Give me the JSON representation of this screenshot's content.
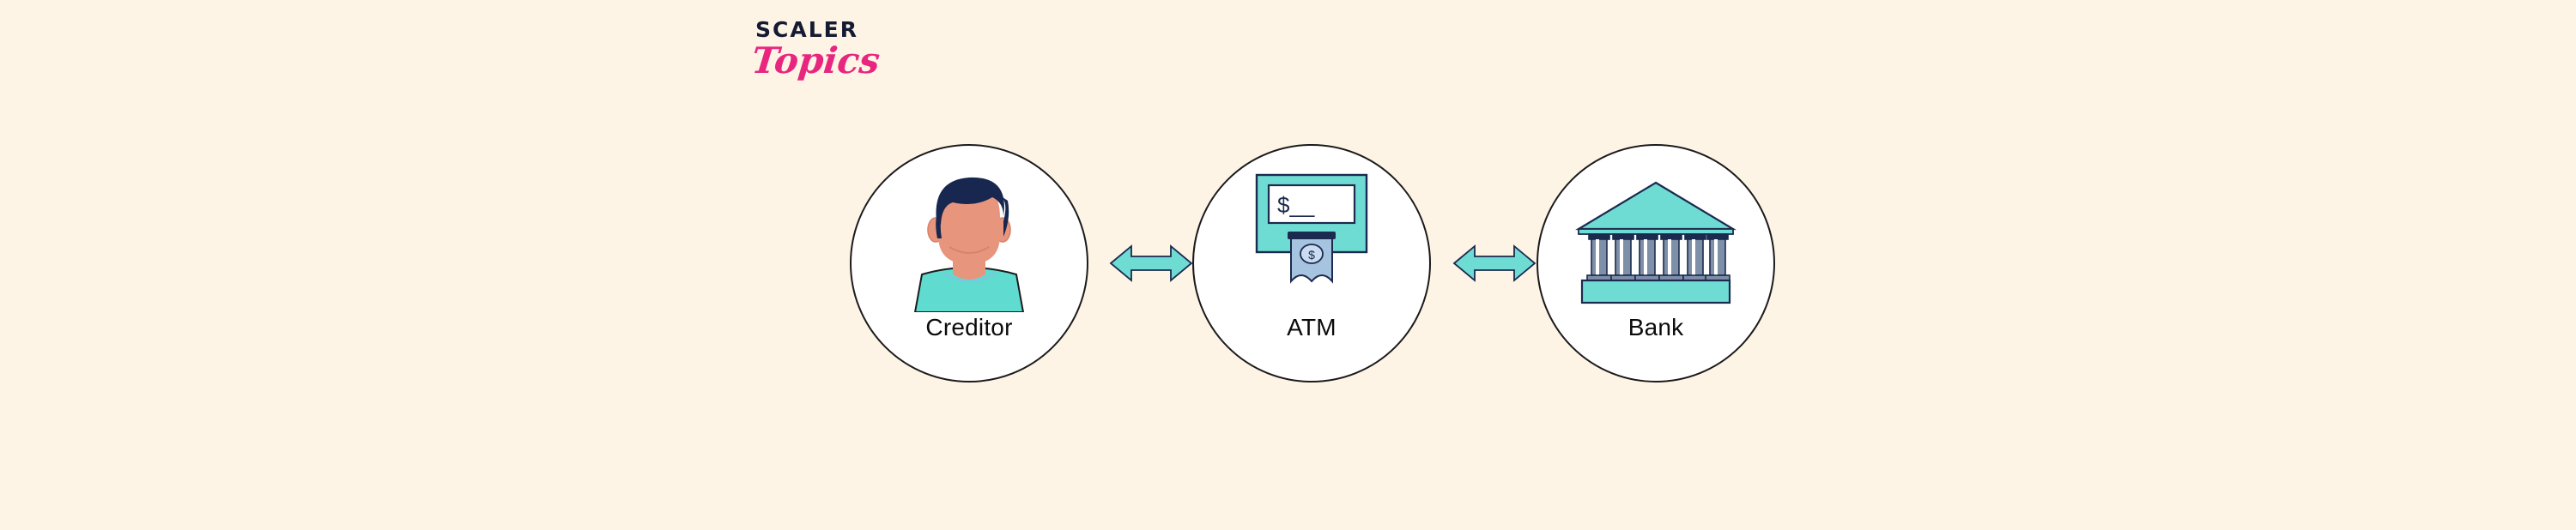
{
  "background_color": "#FDF4E6",
  "logo": {
    "line1": "SCALER",
    "line2": "Topics",
    "line1_color": "#151A33",
    "line2_color": "#E8267F"
  },
  "palette": {
    "teal": "#6FDCD4",
    "teal_dark": "#3FC7BD",
    "navy": "#1B2A4E",
    "hair_navy": "#17274F",
    "skin": "#E8957E",
    "skin_shadow": "#D9836D",
    "shirt": "#5FDBD0",
    "bill_blue": "#A6C3E0",
    "column_blue": "#7E8FA8",
    "outline": "#1B1B1B",
    "circle_fill": "#FFFFFF",
    "label_text": "#0B0B0B"
  },
  "diagram": {
    "type": "flow",
    "orientation": "horizontal",
    "nodes": [
      {
        "id": "creditor",
        "label": "Creditor",
        "icon": "person-avatar-icon"
      },
      {
        "id": "atm",
        "label": "ATM",
        "icon": "atm-machine-icon",
        "screen_text": "$__"
      },
      {
        "id": "bank",
        "label": "Bank",
        "icon": "bank-building-icon",
        "columns": 6
      }
    ],
    "connectors": [
      {
        "id": "creditor-atm",
        "from": "creditor",
        "to": "atm",
        "style": "double-headed-arrow",
        "color": "#6FDCD4"
      },
      {
        "id": "atm-bank",
        "from": "atm",
        "to": "bank",
        "style": "double-headed-arrow",
        "color": "#6FDCD4"
      }
    ]
  }
}
